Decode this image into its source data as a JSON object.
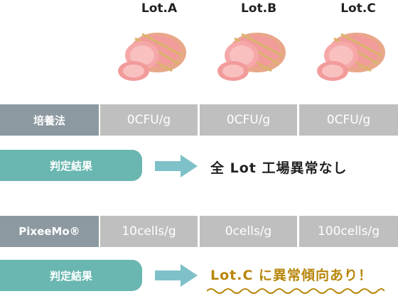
{
  "lots": [
    {
      "label": "Lot.A"
    },
    {
      "label": "Lot.B"
    },
    {
      "label": "Lot.C"
    }
  ],
  "culture_row": {
    "method_label": "培養法",
    "values": [
      "0CFU/g",
      "0CFU/g",
      "0CFU/g"
    ]
  },
  "judgement_1": {
    "label": "判定結果",
    "result": "全 Lot 工場異常なし"
  },
  "pixee_row": {
    "method_label": "PixeeMo®",
    "values": [
      "10cells/g",
      "0cells/g",
      "100cells/g"
    ]
  },
  "judgement_2": {
    "label": "判定結果",
    "result": "Lot.C に異常傾向あり！"
  },
  "colors": {
    "header_gray": "#8d99a0",
    "cell_gray": "#bfbfbf",
    "teal": "#69b7b0",
    "arrow": "#7fc1c8",
    "warning": "#b8860b"
  },
  "icons": [
    "ham-illustration",
    "right-arrow-icon",
    "wavy-underline"
  ]
}
